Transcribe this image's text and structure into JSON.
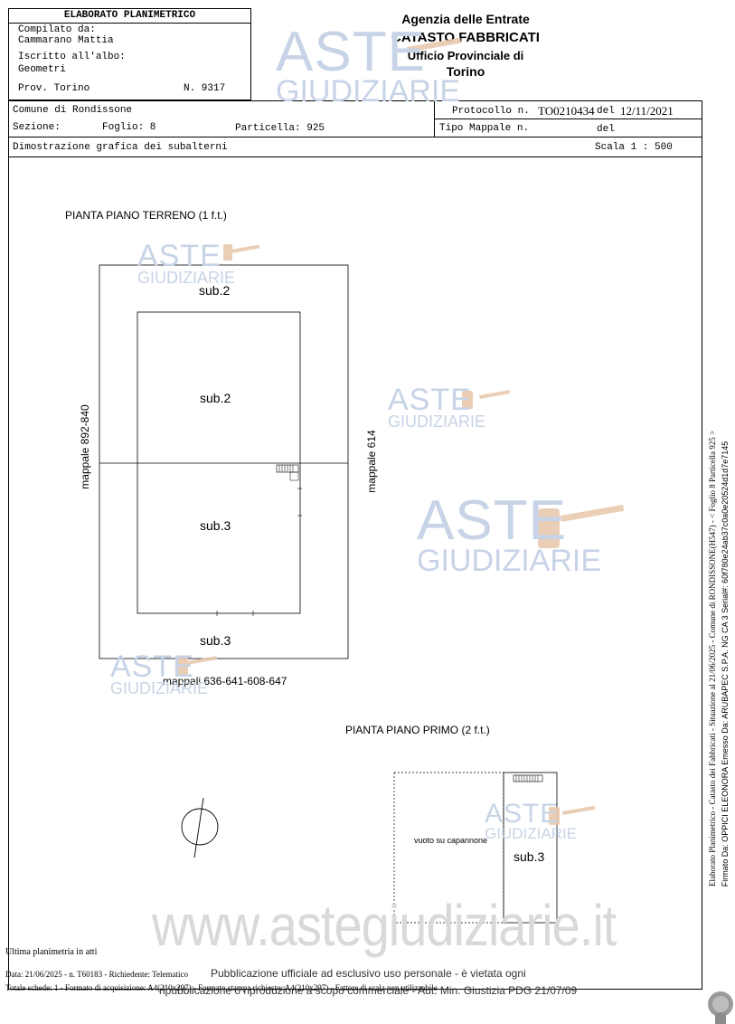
{
  "header": {
    "title": "ELABORATO PLANIMETRICO",
    "compiled_label": "Compilato da:",
    "compiled_name": "Cammarano Mattia",
    "registered_label": "Iscritto all'albo:",
    "registered_value": "Geometri",
    "province": "Prov. Torino",
    "number": "N. 9317",
    "agency_line1": "Agenzia delle Entrate",
    "agency_line2": "CATASTO FABBRICATI",
    "agency_line3": "Ufficio Provinciale di",
    "agency_line4": "Torino"
  },
  "info": {
    "comune": "Comune di Rondissone",
    "protocollo_label": "Protocollo n.",
    "protocollo_value": "TO0210434",
    "protocollo_del": "del",
    "protocollo_date": "12/11/2021",
    "sezione": "Sezione:",
    "foglio": "Foglio: 8",
    "particella": "Particella: 925",
    "tipo_mappale": "Tipo Mappale n.",
    "tipo_del": "del",
    "dimostrazione": "Dimostrazione grafica dei subalterni",
    "scala": "Scala 1 : 500"
  },
  "plan": {
    "ground_title": "PIANTA PIANO TERRENO (1 f.t.)",
    "sub2_top": "sub.2",
    "sub2_inner": "sub.2",
    "sub3_inner": "sub.3",
    "sub3_bottom": "sub.3",
    "mappale_left": "mappale 892-840",
    "mappale_right": "mappale 614",
    "mappali_bottom": "mappali 636-641-608-647",
    "first_title": "PIANTA PIANO PRIMO (2 f.t.)",
    "vuoto": "vuoto su capannone",
    "sub3_first": "sub.3"
  },
  "watermarks": {
    "aste": "ASTE",
    "giudiziarie": "GIUDIZIARIE",
    "site": "www.astegiudiziarie.it"
  },
  "footer": {
    "ultima": "Ultima planimetria in atti",
    "data_line": "Data: 21/06/2025 - n. T60183 - Richiedente: Telematico",
    "totale_line": "Totale schede: 1 - Formato di acquisizione: A4(210x297) - Formato stampa richiesto: A4(210x297) - Fattore di scala non utilizzabile",
    "pub_line1": "Pubblicazione ufficiale ad esclusivo uso personale - è vietata ogni",
    "pub_line2": "ripubblicazione o riproduzione a scopo commerciale - Aut. Min. Giustizia PDG 21/07/09"
  },
  "side": {
    "line1": "Elaborato Planimetrico - Catasto dei Fabbricati - Situazione al 21/06/2025 - Comune di RONDISSONE(H547) - < Foglio 8 Particella 925 >",
    "line2": "Firmato Da: OPPICI ELEONORA Emesso Da: ARUBAPEC S.P.A. NG CA 3 Serial#: 60f780e24ab37c0a0e20524d1d7e7145"
  },
  "colors": {
    "watermark": "#c7d3e6",
    "gavel": "#e9c9ae",
    "line": "#000000"
  }
}
